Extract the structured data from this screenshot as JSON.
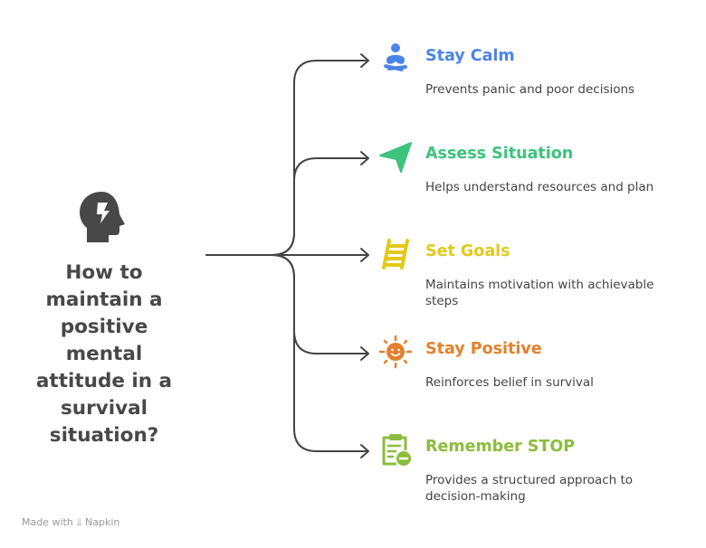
{
  "question": "How to maintain a positive mental attitude in a survival situation?",
  "question_lines": [
    "How to",
    "maintain a",
    "positive",
    "mental",
    "attitude in a",
    "survival",
    "situation?"
  ],
  "items": [
    {
      "title": "Stay Calm",
      "desc": "Prevents panic and poor decisions",
      "color": "#4a85e6",
      "icon": "meditation-icon"
    },
    {
      "title": "Assess Situation",
      "desc": "Helps understand resources and plan",
      "color": "#3cc37d",
      "icon": "navigation-arrow-icon"
    },
    {
      "title": "Set Goals",
      "desc": "Maintains motivation with achievable steps",
      "color": "#e3c91a",
      "icon": "ladder-icon"
    },
    {
      "title": "Stay Positive",
      "desc": "Reinforces belief in survival",
      "color": "#e5802c",
      "icon": "smiling-sun-icon"
    },
    {
      "title": "Remember STOP",
      "desc": "Provides a structured approach to decision-making",
      "color": "#8bbd3c",
      "icon": "clipboard-minus-icon"
    }
  ],
  "footer": {
    "made_with": "Made with",
    "brand": "Napkin"
  }
}
